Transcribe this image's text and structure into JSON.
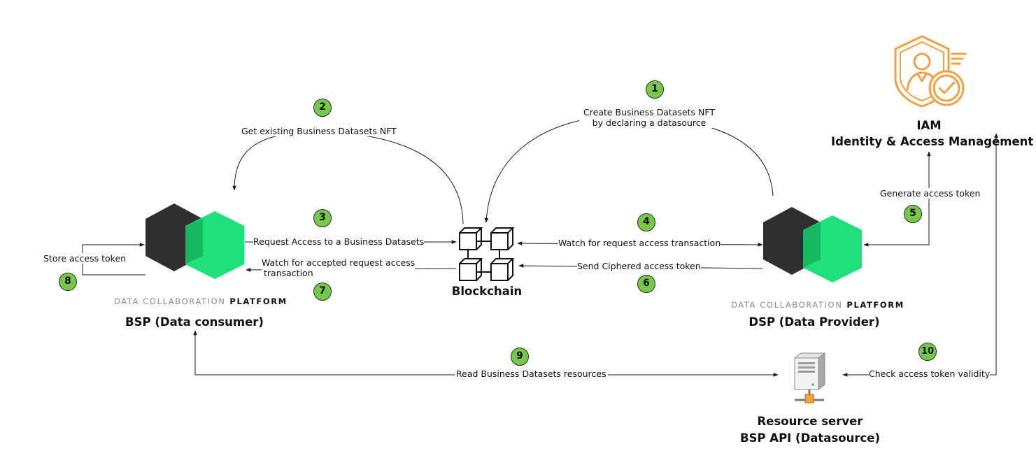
{
  "nodes": {
    "bsp_consumer": {
      "brand_muted": "DATA COLLABORATION",
      "brand_strong": "PLATFORM",
      "title": "BSP (Data consumer)"
    },
    "dsp_provider": {
      "brand_muted": "DATA COLLABORATION",
      "brand_strong": "PLATFORM",
      "title": "DSP (Data Provider)"
    },
    "blockchain": {
      "title": "Blockchain"
    },
    "iam": {
      "title_line1": "IAM",
      "title_line2": "Identity & Access Management"
    },
    "resource_server": {
      "title_line1": "Resource server",
      "title_line2": "BSP API (Datasource)"
    }
  },
  "steps": [
    {
      "number": "1",
      "label_line1": "Create Business Datasets NFT",
      "label_line2": "by declaring a datasource"
    },
    {
      "number": "2",
      "label_line1": "Get existing Business Datasets NFT"
    },
    {
      "number": "3",
      "label_line1": "Request Access to a Business Datasets"
    },
    {
      "number": "4",
      "label_line1": "Watch for request access transaction"
    },
    {
      "number": "5",
      "label_line1": "Generate access token"
    },
    {
      "number": "6",
      "label_line1": "Send Ciphered access token"
    },
    {
      "number": "7",
      "label_line1": "Watch for accepted request access",
      "label_line2": "transaction"
    },
    {
      "number": "8",
      "label_line1": "Store access token"
    },
    {
      "number": "9",
      "label_line1": "Read Business Datasets resources"
    },
    {
      "number": "10",
      "label_line1": "Check access token validity"
    }
  ],
  "colors": {
    "badge_fill": "#76c84a",
    "hex_dark": "#2f2f2f",
    "hex_green": "#1fe07a",
    "iam_orange": "#f0a146",
    "line": "#1a1a1a"
  },
  "icons": {
    "platform": "hexagon-logo-icon",
    "blockchain": "blockchain-icon",
    "iam": "shield-user-check-icon",
    "server": "server-icon"
  }
}
